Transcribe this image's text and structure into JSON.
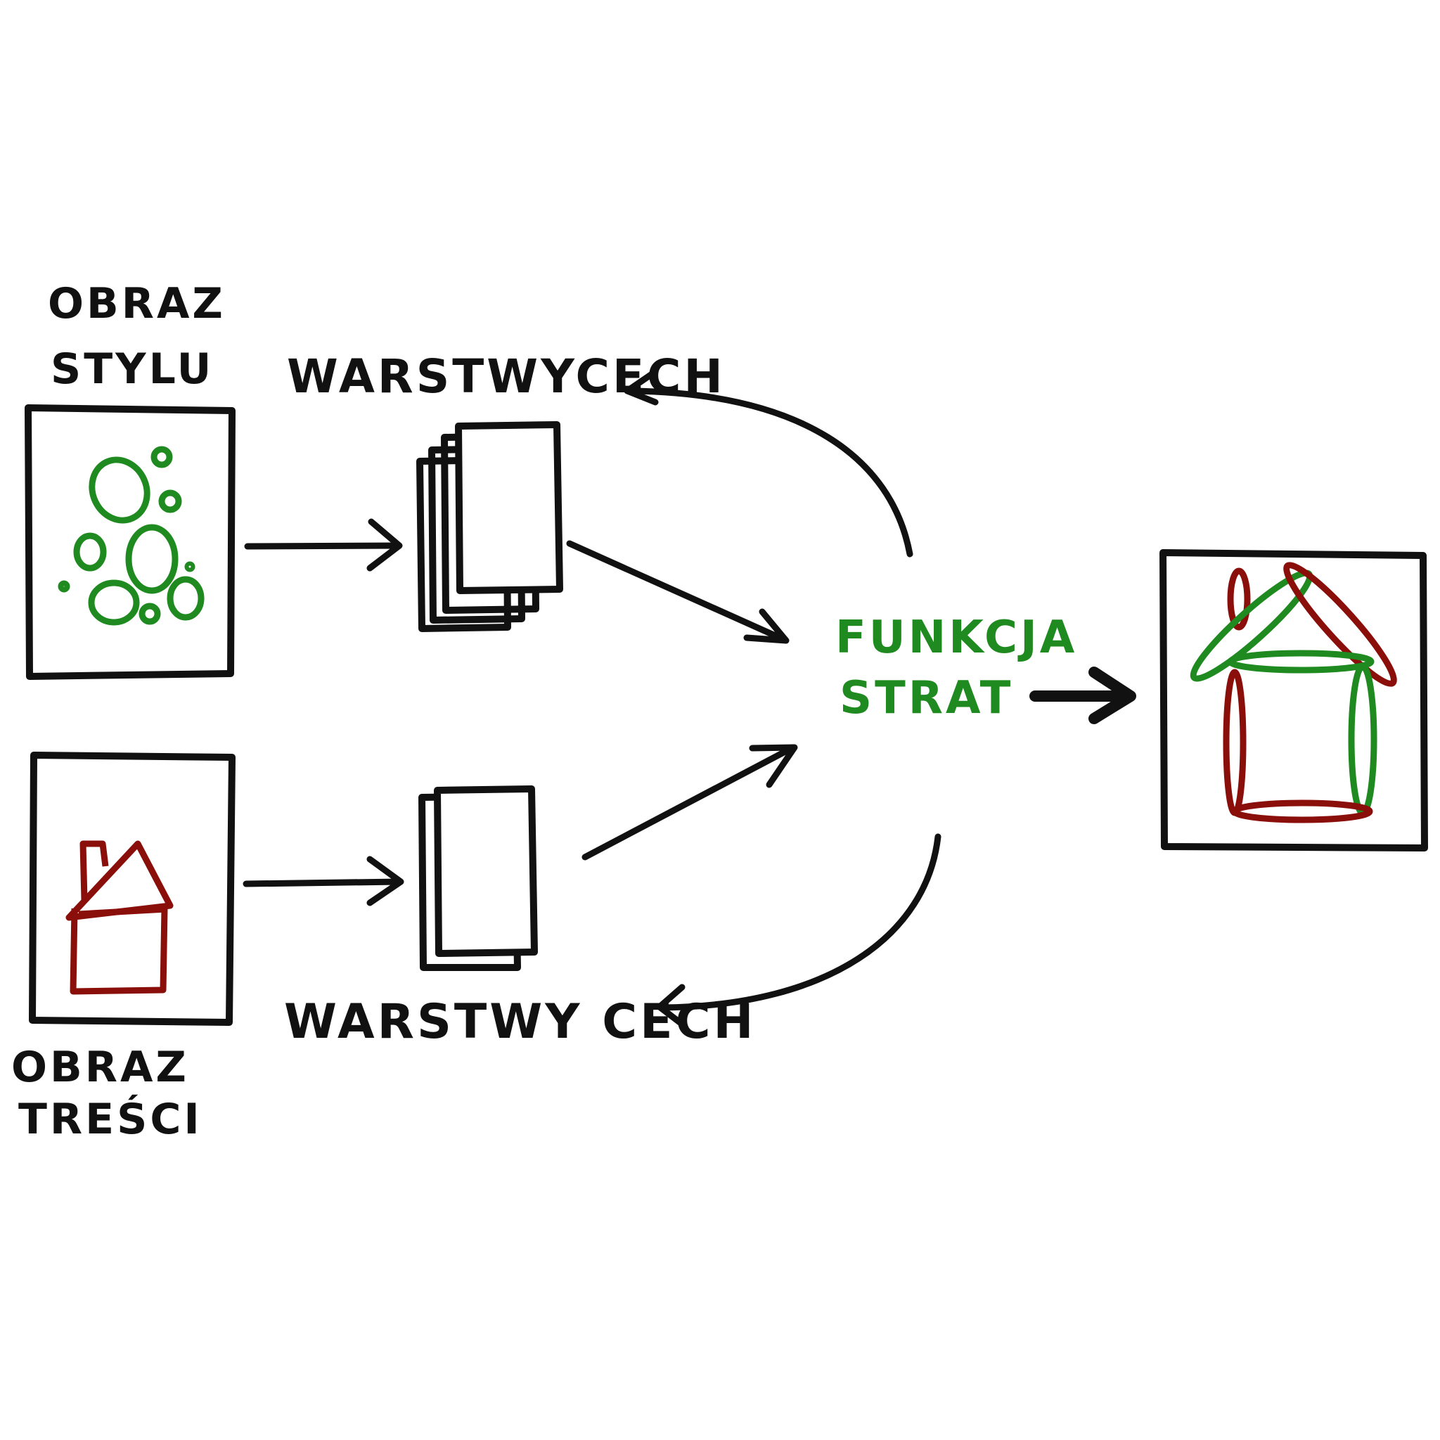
{
  "labels": {
    "style_image": [
      "OBRAZ",
      "STYLU"
    ],
    "content_image": [
      "OBRAZ",
      "TREŚCI"
    ],
    "style_features": "WARSTWYCECH",
    "content_features": "WARSTWY CECH",
    "loss_function": [
      "FUNKCJA",
      "STRAT"
    ]
  },
  "colors": {
    "ink": "#111111",
    "style": "#1f8a1f",
    "content": "#8a0f0a"
  }
}
